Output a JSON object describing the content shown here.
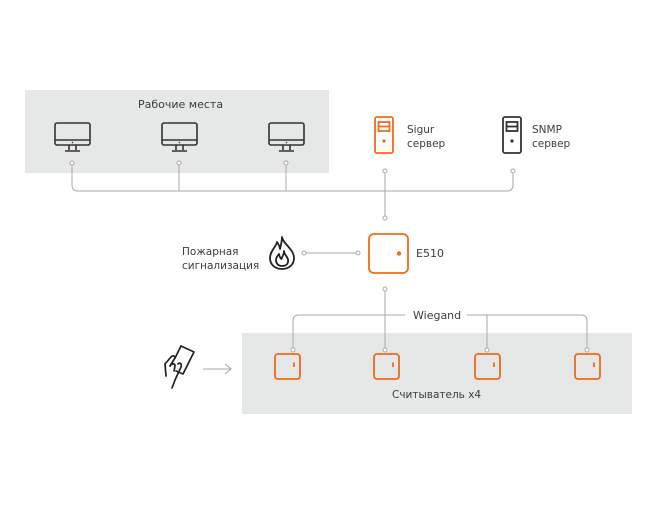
{
  "colors": {
    "accent": "#f26a1b",
    "panel": "#e6e7e7",
    "line": "#a9a9a9",
    "icon_dark": "#333333"
  },
  "workstations": {
    "title": "Рабочие места",
    "count": 3,
    "icon": "monitor-icon"
  },
  "sigur_server": {
    "line1": "Sigur",
    "line2": "сервер",
    "icon": "server-icon"
  },
  "snmp_server": {
    "line1": "SNMP",
    "line2": "сервер",
    "icon": "server-icon"
  },
  "fire_alarm": {
    "line1": "Пожарная",
    "line2": "сигнализация",
    "icon": "flame-icon"
  },
  "controller": {
    "label": "E510",
    "icon": "controller-icon"
  },
  "bus": {
    "label": "Wiegand"
  },
  "readers": {
    "label": "Считыватель x4",
    "count": 4,
    "icon": "reader-icon"
  },
  "card": {
    "icon": "hand-card-icon",
    "arrow": "arrow-right-icon"
  }
}
